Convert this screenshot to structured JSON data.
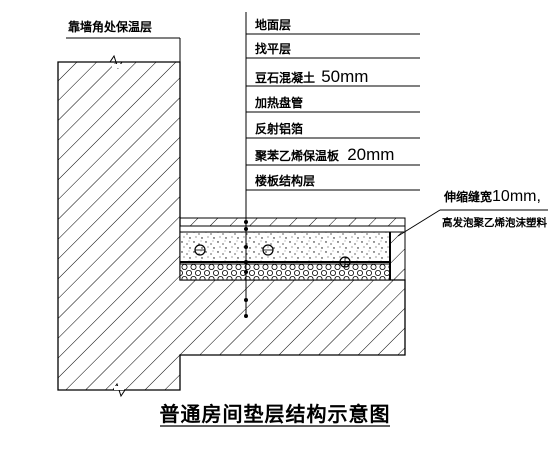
{
  "diagram": {
    "wall_insulation_label": "靠墙角处保温层",
    "layers": [
      {
        "text": "地面层",
        "dim": ""
      },
      {
        "text": "找平层",
        "dim": ""
      },
      {
        "text": "豆石混凝土",
        "dim": "50mm"
      },
      {
        "text": "加热盘管",
        "dim": ""
      },
      {
        "text": "反射铝箔",
        "dim": ""
      },
      {
        "text": "聚苯乙烯保温板",
        "dim": "20mm"
      },
      {
        "text": "楼板结构层",
        "dim": ""
      }
    ],
    "joint_note_line1_prefix": "伸缩缝宽",
    "joint_note_line1_dim": "10mm,",
    "joint_note_line2": "高发泡聚乙烯泡沫塑料",
    "title": "普通房间垫层结构示意图"
  }
}
